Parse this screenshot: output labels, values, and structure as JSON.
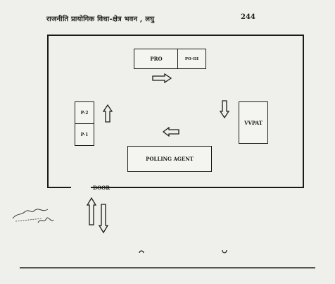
{
  "header": {
    "title": "राजनीति प्रायोगिक विधा-क्षेत्र भवन , लघु",
    "page_number": "244"
  },
  "booths": {
    "pro": "PRO",
    "po3": "PO-III",
    "vvpat": "VVPAT",
    "polling_agent": "POLLING AGENT",
    "p2": "P-2",
    "p1": "P-1"
  },
  "door": {
    "label": "DOOR"
  }
}
